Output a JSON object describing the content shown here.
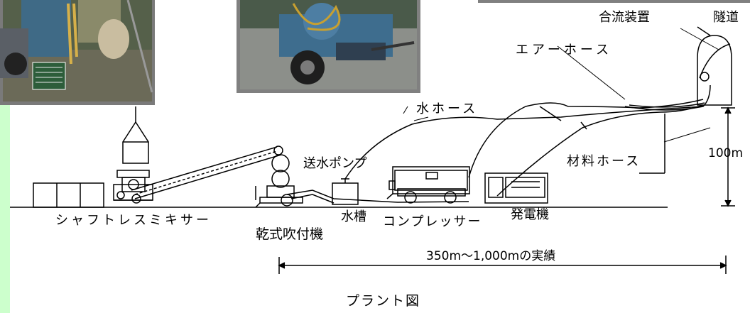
{
  "labels": {
    "junction": "合流装置",
    "tunnel": "隧道",
    "air_hose": "エアーホース",
    "water_hose": "水ホース",
    "pump": "送水ポンプ",
    "material_hose": "材料ホース",
    "height": "100m",
    "mixer": "シャフトレスミキサー",
    "sprayer": "乾式吹付機",
    "tank": "水槽",
    "compressor": "コンプレッサー",
    "generator": "発電機",
    "distance": "350m～1,000mの実績",
    "title": "プラント図"
  },
  "colors": {
    "left_strip": "#ccffcc",
    "photo_frame": "#808080",
    "line": "#000000"
  }
}
